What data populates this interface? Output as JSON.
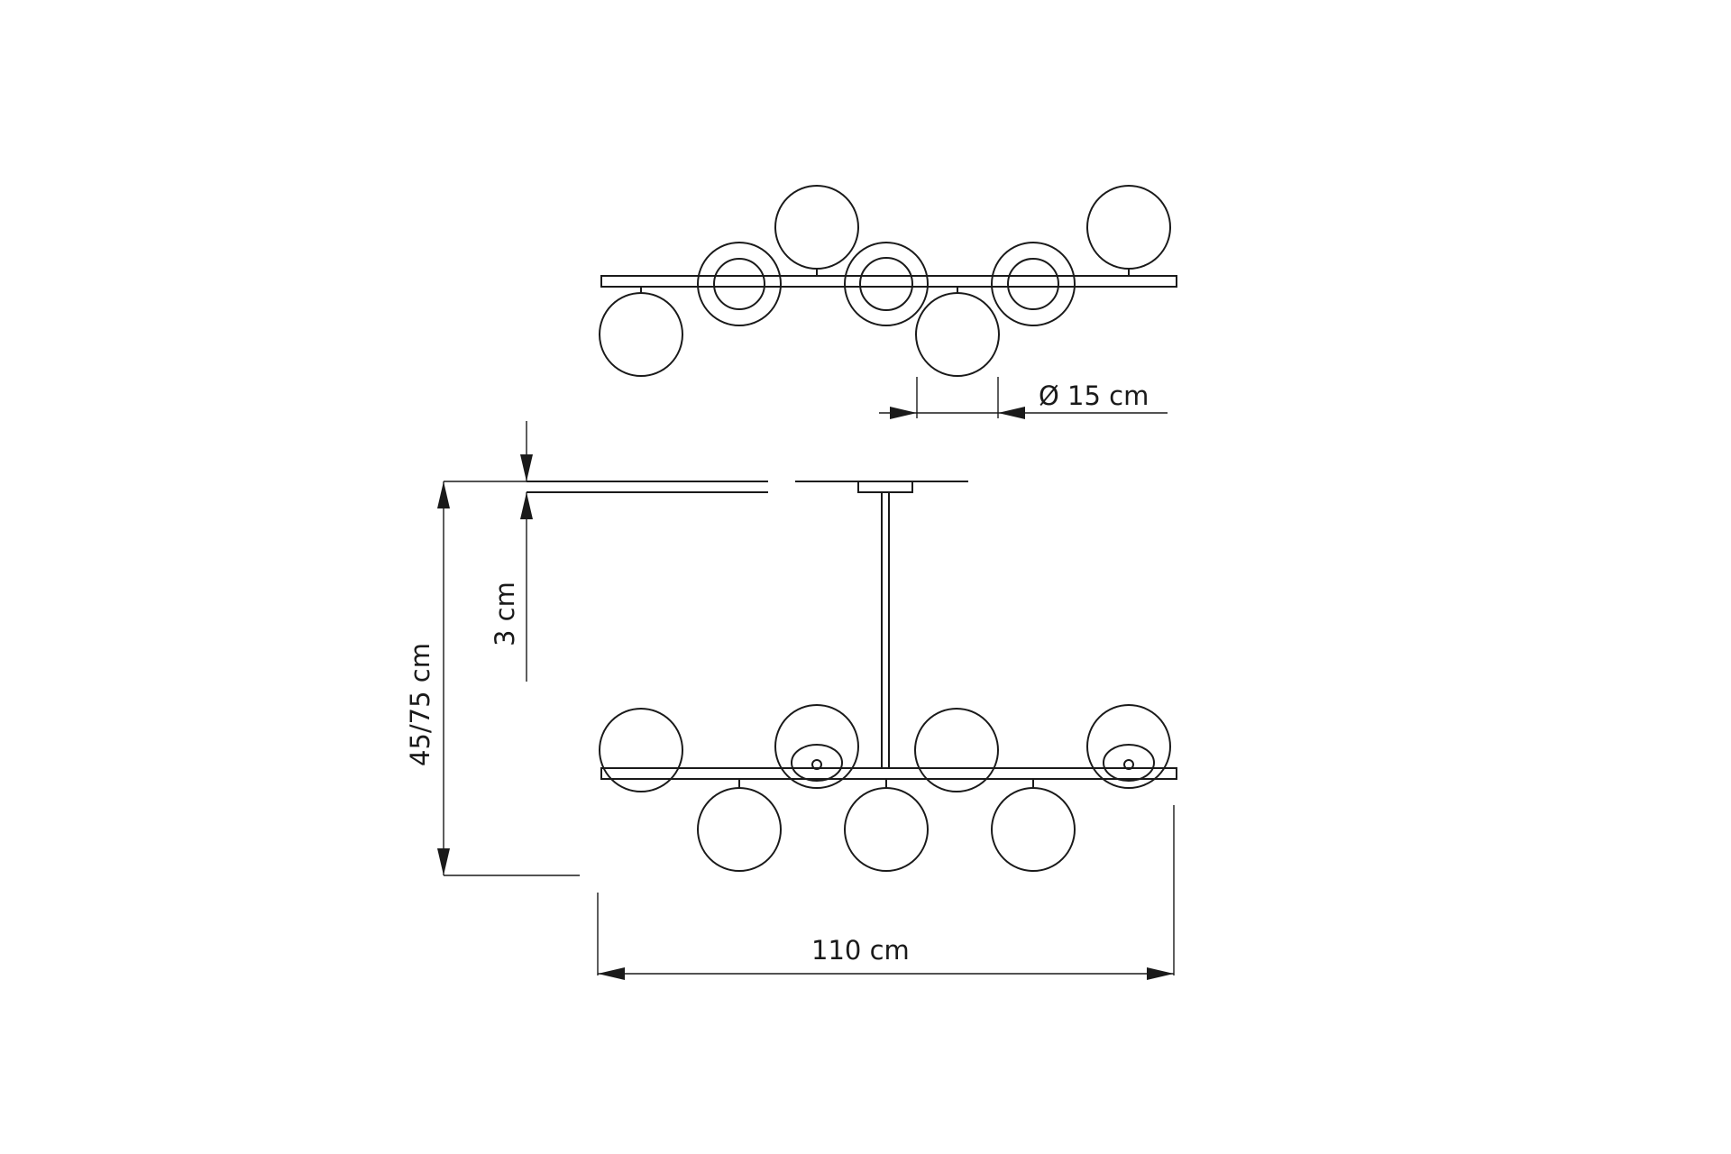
{
  "dimensions": {
    "globe_diameter": "Ø 15 cm",
    "canopy_height": "3 cm",
    "total_height": "45/75 cm",
    "total_width": "110 cm"
  },
  "colors": {
    "line": "#1a1a1a",
    "background": "#ffffff"
  }
}
